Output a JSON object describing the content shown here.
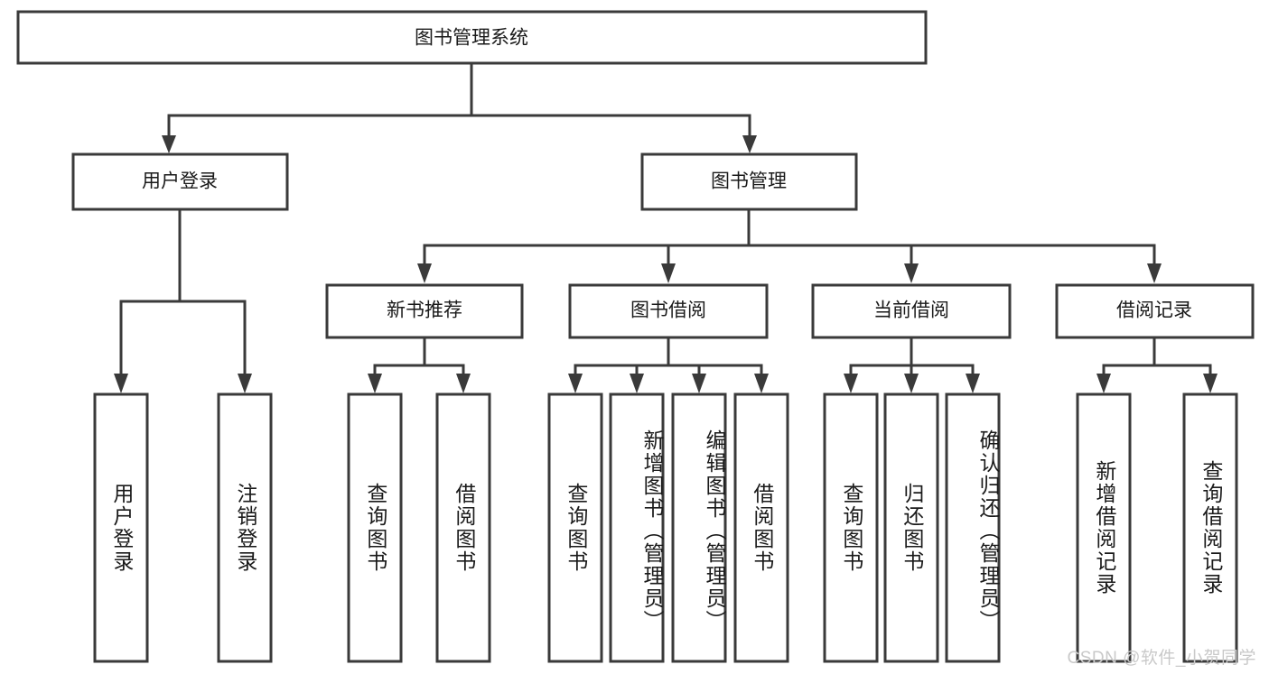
{
  "diagram": {
    "type": "tree-hierarchy-chart",
    "title_node": {
      "label": "图书管理系统"
    },
    "level2": [
      {
        "id": "user-login",
        "label": "用户登录"
      },
      {
        "id": "book-management",
        "label": "图书管理"
      }
    ],
    "level3": [
      {
        "id": "new-book-recommend",
        "label": "新书推荐"
      },
      {
        "id": "book-borrow",
        "label": "图书借阅"
      },
      {
        "id": "current-borrow",
        "label": "当前借阅"
      },
      {
        "id": "borrow-record",
        "label": "借阅记录"
      }
    ],
    "leaves": [
      {
        "id": "leaf-user-login",
        "label": "用户登录",
        "parent": "user-login"
      },
      {
        "id": "leaf-logout-login",
        "label": "注销登录",
        "parent": "user-login"
      },
      {
        "id": "leaf-query-book-1",
        "label": "查询图书",
        "parent": "new-book-recommend"
      },
      {
        "id": "leaf-borrow-book-1",
        "label": "借阅图书",
        "parent": "new-book-recommend"
      },
      {
        "id": "leaf-query-book-2",
        "label": "查询图书",
        "parent": "book-borrow"
      },
      {
        "id": "leaf-add-book",
        "label": "新增图书（管理员）",
        "parent": "book-borrow"
      },
      {
        "id": "leaf-edit-book",
        "label": "编辑图书（管理员）",
        "parent": "book-borrow"
      },
      {
        "id": "leaf-borrow-book-2",
        "label": "借阅图书",
        "parent": "book-borrow"
      },
      {
        "id": "leaf-query-book-3",
        "label": "查询图书",
        "parent": "current-borrow"
      },
      {
        "id": "leaf-return-book",
        "label": "归还图书",
        "parent": "current-borrow"
      },
      {
        "id": "leaf-confirm-return",
        "label": "确认归还（管理员）",
        "parent": "current-borrow"
      },
      {
        "id": "leaf-add-record",
        "label": "新增借阅记录",
        "parent": "borrow-record"
      },
      {
        "id": "leaf-query-record",
        "label": "查询借阅记录",
        "parent": "borrow-record"
      }
    ],
    "colors": {
      "stroke": "#3a3a3a",
      "fill": "#ffffff",
      "text": "#1a1a1a",
      "watermark": "#c9c9c9"
    }
  },
  "watermark": {
    "text": "CSDN @软件_小贺同学"
  }
}
